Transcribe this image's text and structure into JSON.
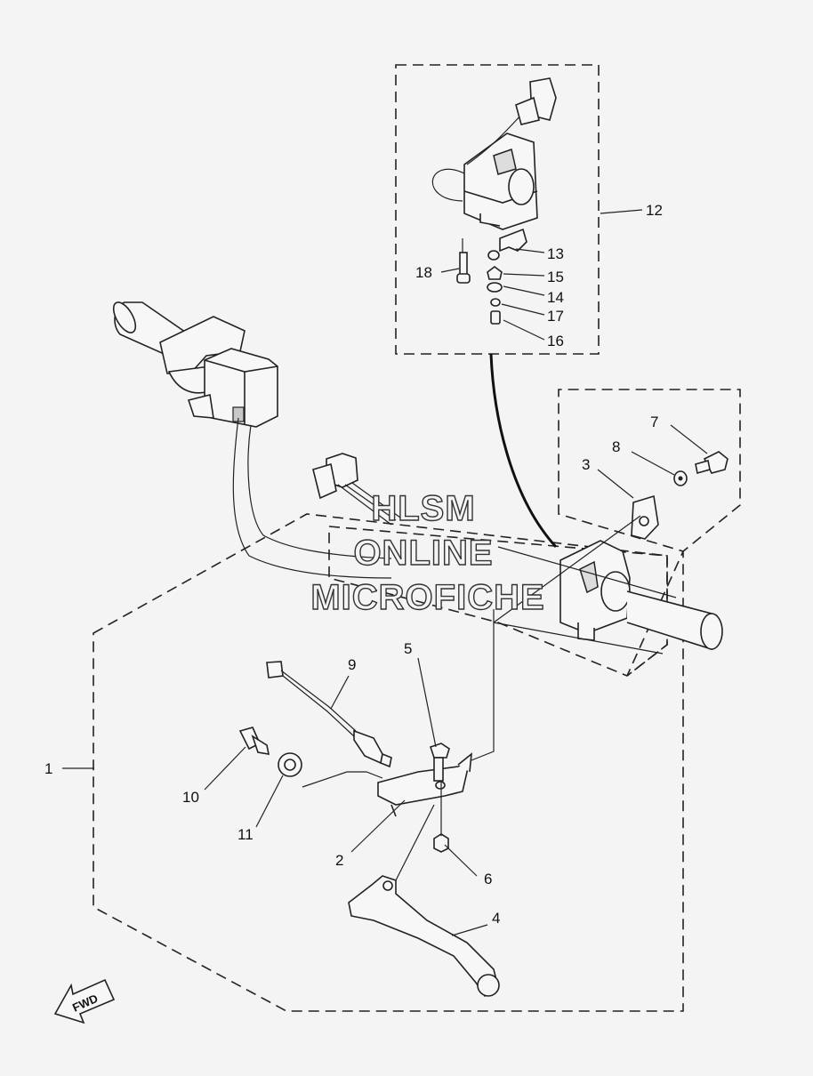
{
  "watermark": {
    "line1": "HLSM",
    "line2": "ONLINE",
    "line3": "MICROFICHE"
  },
  "direction_label": "FWD",
  "callouts": [
    {
      "id": "c1",
      "label": "1"
    },
    {
      "id": "c2",
      "label": "2"
    },
    {
      "id": "c3",
      "label": "3"
    },
    {
      "id": "c4",
      "label": "4"
    },
    {
      "id": "c5",
      "label": "5"
    },
    {
      "id": "c6",
      "label": "6"
    },
    {
      "id": "c7",
      "label": "7"
    },
    {
      "id": "c8",
      "label": "8"
    },
    {
      "id": "c9",
      "label": "9"
    },
    {
      "id": "c10",
      "label": "10"
    },
    {
      "id": "c11",
      "label": "11"
    },
    {
      "id": "c12",
      "label": "12"
    },
    {
      "id": "c13",
      "label": "13"
    },
    {
      "id": "c14",
      "label": "14"
    },
    {
      "id": "c15",
      "label": "15"
    },
    {
      "id": "c16",
      "label": "16"
    },
    {
      "id": "c17",
      "label": "17"
    },
    {
      "id": "c18",
      "label": "18"
    }
  ]
}
